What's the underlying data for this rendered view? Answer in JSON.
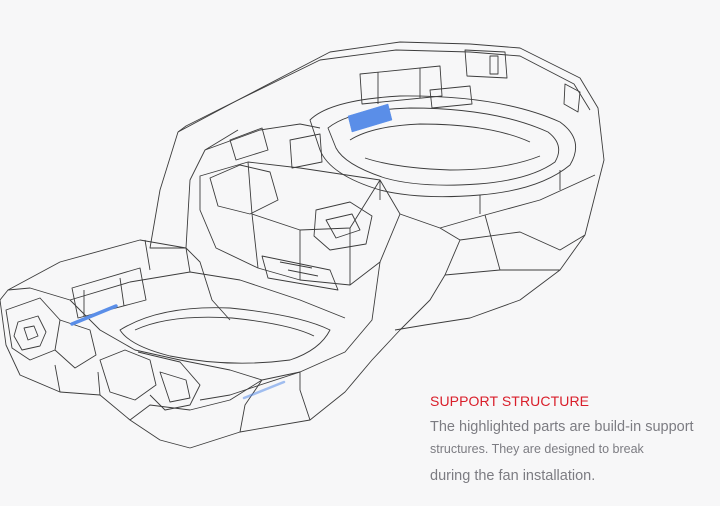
{
  "caption": {
    "title": "SUPPORT STRUCTURE",
    "lines": [
      "The highlighted parts are build-in support",
      "structures. They are designed to break",
      "during the fan installation."
    ]
  },
  "colors": {
    "background": "#f7f7f8",
    "title": "#d91e2a",
    "body_text": "#7c7c82",
    "line_art": "#3c3c3c",
    "highlight": "#5a8ee8"
  }
}
